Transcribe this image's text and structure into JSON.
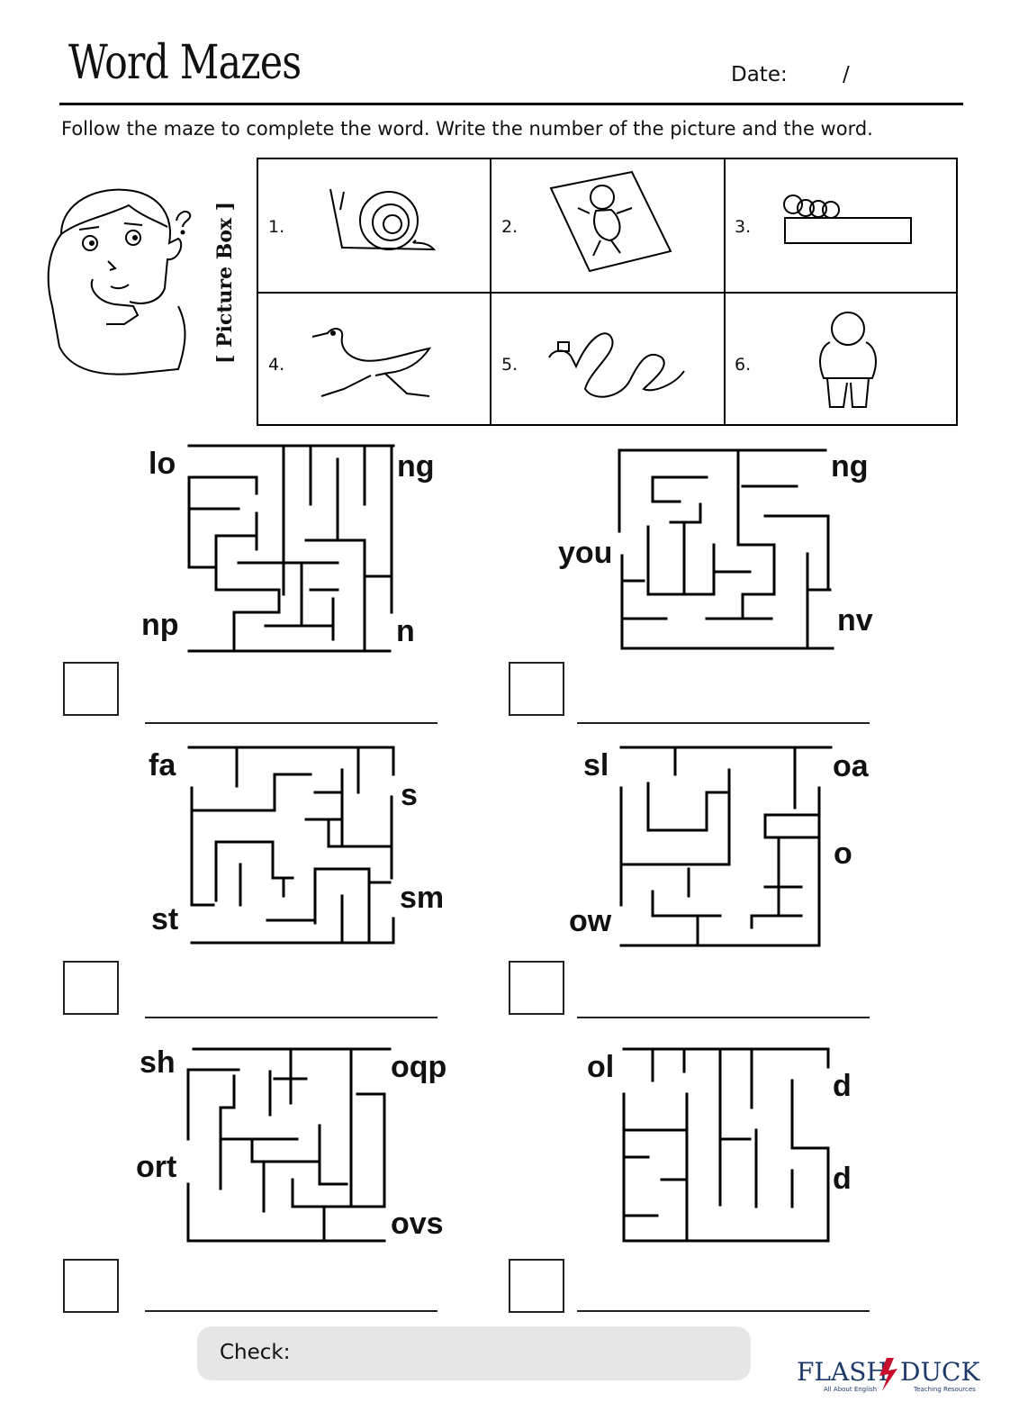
{
  "header": {
    "title": "Word Mazes",
    "date_label": "Date:",
    "date_slash": "/"
  },
  "instructions": "Follow the maze to complete the word. Write the number of the picture and the word.",
  "picture_box": {
    "label": "[ Picture Box ]",
    "items": [
      {
        "num": "1.",
        "icon": "snail"
      },
      {
        "num": "2.",
        "icon": "baby-on-blanket"
      },
      {
        "num": "3.",
        "icon": "caterpillar-on-ruler"
      },
      {
        "num": "4.",
        "icon": "running-ostrich"
      },
      {
        "num": "5.",
        "icon": "snake-with-hat"
      },
      {
        "num": "6.",
        "icon": "old-man"
      }
    ]
  },
  "mazes": [
    {
      "start": "lo",
      "options": [
        "ng",
        "np",
        "n"
      ]
    },
    {
      "start": "you",
      "options": [
        "ng",
        "nv"
      ]
    },
    {
      "start": "fa",
      "options": [
        "s",
        "st",
        "sm"
      ]
    },
    {
      "start": "sl",
      "options": [
        "oa",
        "o",
        "ow"
      ]
    },
    {
      "start": "sh",
      "options": [
        "oqp",
        "ort",
        "ovs"
      ]
    },
    {
      "start": "ol",
      "options": [
        "d",
        "d"
      ]
    }
  ],
  "footer": {
    "check_label": "Check:",
    "logo_text": "FLASH DUCK",
    "logo_tagline": "All About English Teaching Resources"
  }
}
